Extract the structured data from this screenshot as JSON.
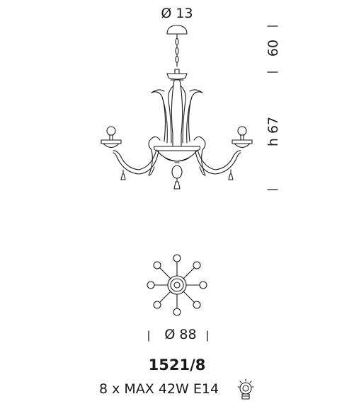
{
  "dimensions": {
    "canopy_diameter": "Ø 13",
    "upper_height": "60",
    "total_height": "h 67",
    "diameter": "Ø 88"
  },
  "product": {
    "model": "1521/8",
    "spec": "8 x MAX 42W E14"
  },
  "icons": {
    "bulb": "bulb-icon"
  },
  "colors": {
    "line": "#1a1a1a",
    "background": "#ffffff"
  }
}
